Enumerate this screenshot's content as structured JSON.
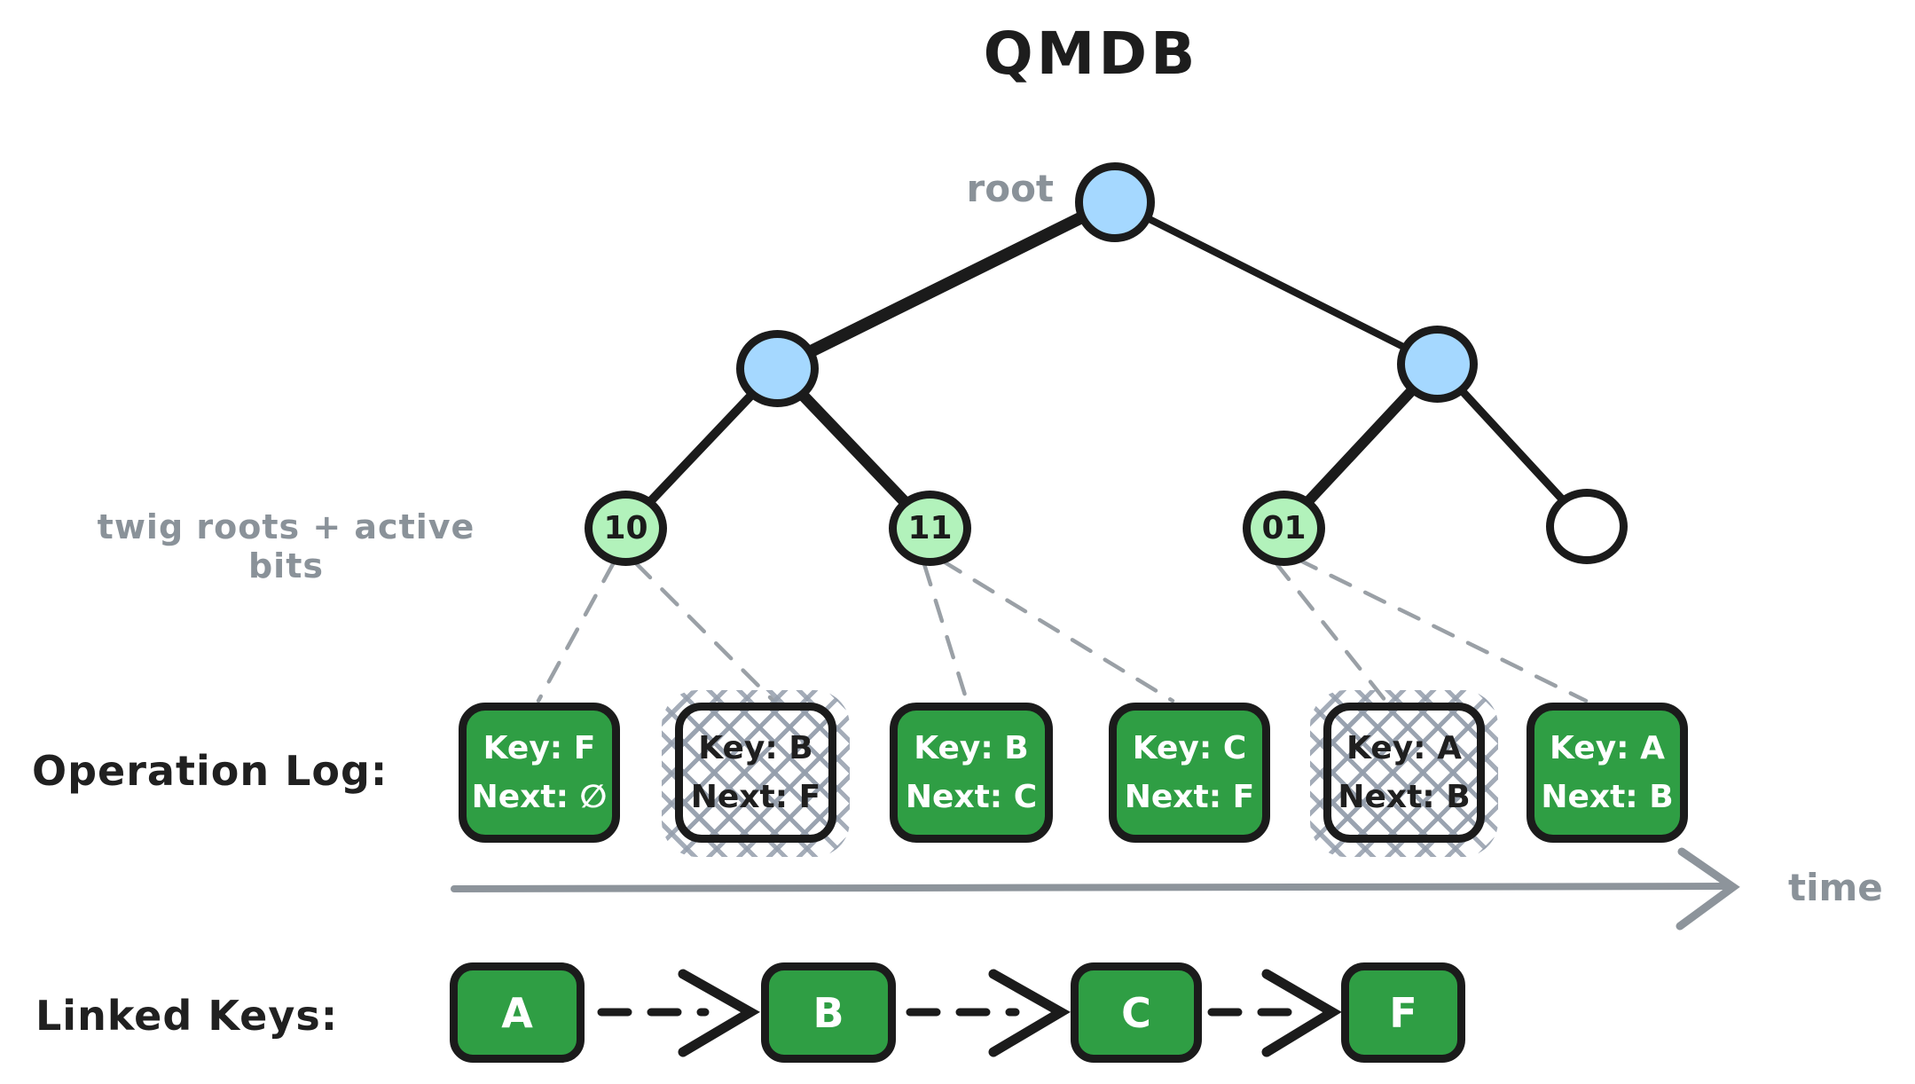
{
  "title": "QMDB",
  "tree": {
    "root_label": "root",
    "twig_caption": "twig roots + active bits",
    "twigs": [
      {
        "label": "10"
      },
      {
        "label": "11"
      },
      {
        "label": "01"
      },
      {
        "label": ""
      }
    ]
  },
  "operation_log": {
    "caption": "Operation Log:",
    "entries": [
      {
        "key": "Key: F",
        "next": "Next: ∅",
        "state": "active"
      },
      {
        "key": "Key: B",
        "next": "Next: F",
        "state": "crossed-out"
      },
      {
        "key": "Key: B",
        "next": "Next: C",
        "state": "active"
      },
      {
        "key": "Key: C",
        "next": "Next: F",
        "state": "active"
      },
      {
        "key": "Key: A",
        "next": "Next: B",
        "state": "crossed-out"
      },
      {
        "key": "Key: A",
        "next": "Next: B",
        "state": "active"
      }
    ],
    "time_label": "time"
  },
  "linked_keys": {
    "caption": "Linked Keys:",
    "keys": [
      {
        "label": "A"
      },
      {
        "label": "B"
      },
      {
        "label": "C"
      },
      {
        "label": "F"
      }
    ]
  },
  "colors": {
    "node_blue": "#a5d8ff",
    "twig_green": "#b2f2bb",
    "box_green": "#2f9e44",
    "stroke_black": "#1b1b1b",
    "label_gray": "#8a9299",
    "hatch_gray": "#949eac",
    "arrow_gray": "#8d949b"
  }
}
